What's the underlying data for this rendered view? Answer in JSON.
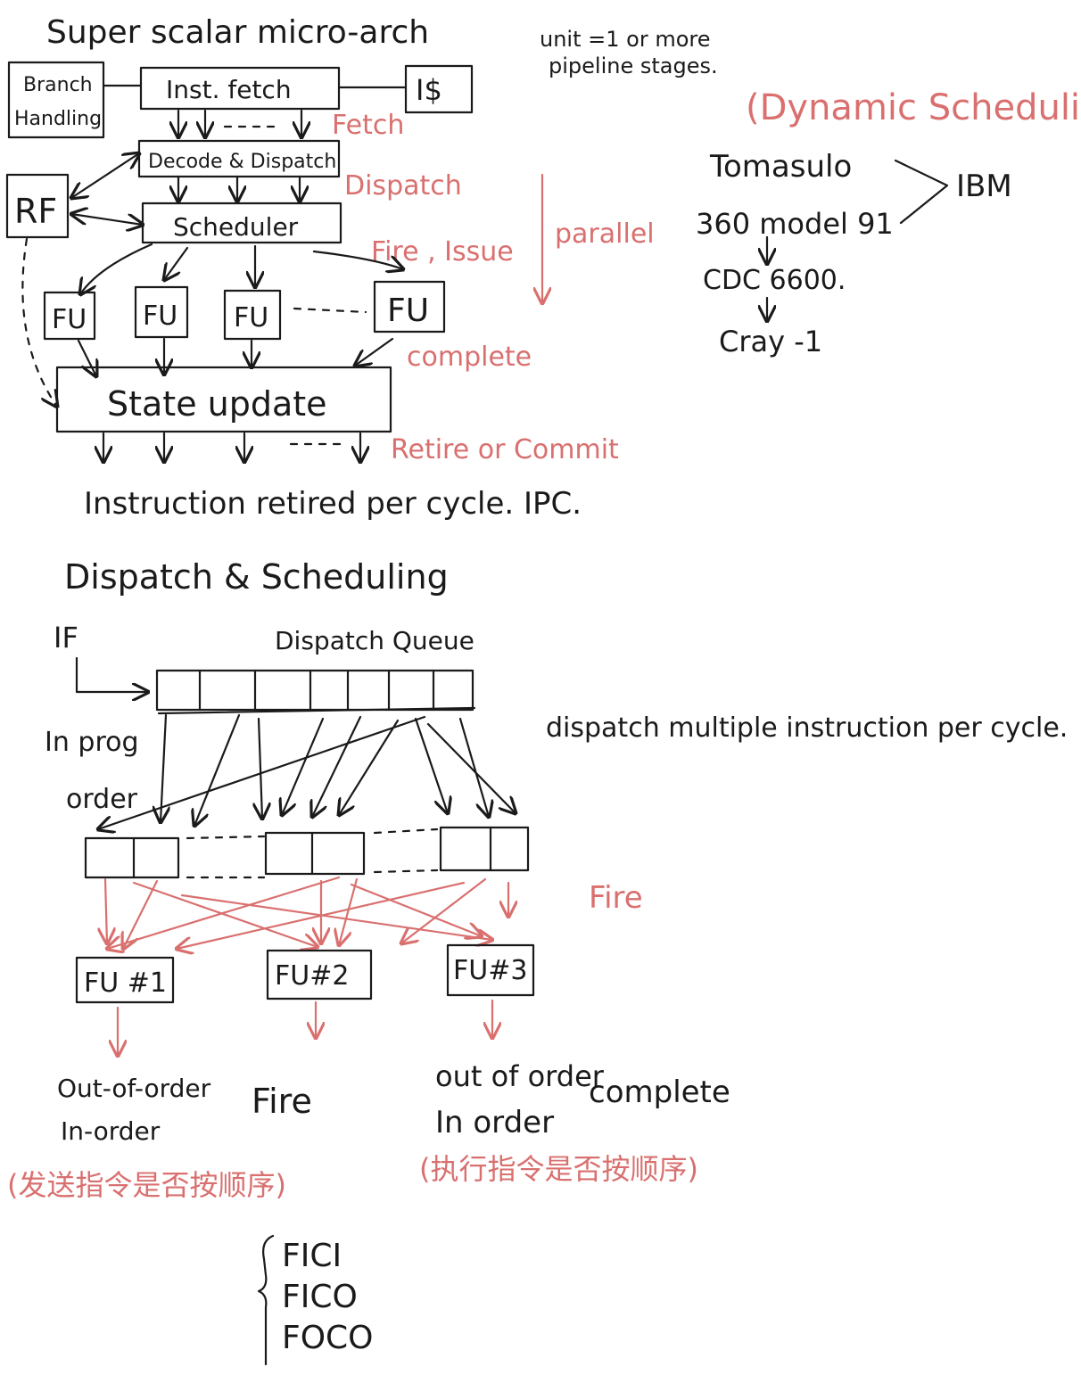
{
  "top": {
    "title": "Super scalar micro-arch",
    "unit_note_line1": "unit =1 or more",
    "unit_note_line2": "pipeline stages.",
    "boxes": {
      "branch_line1": "Branch",
      "branch_line2": "Handling",
      "fetch": "Inst. fetch",
      "icache": "I$",
      "decode": "Decode & Dispatch",
      "rf": "RF",
      "scheduler": "Scheduler",
      "fu": "FU",
      "state_update": "State update"
    },
    "stage_labels": {
      "fetch": "Fetch",
      "dispatch": "Dispatch",
      "fire": "Fire , Issue",
      "complete": "complete",
      "retire": "Retire or Commit",
      "parallel": "parallel"
    },
    "ipc_note": "Instruction retired per cycle. IPC."
  },
  "history": {
    "heading": "(Dynamic Scheduling)",
    "tomasulo": "Tomasulo",
    "ibm": "IBM",
    "model": "360 model 91",
    "cdc": "CDC 6600.",
    "cray": "Cray -1"
  },
  "bottom": {
    "title": "Dispatch & Scheduling",
    "if_label": "IF",
    "queue_label": "Dispatch Queue",
    "in_prog_line1": "In prog",
    "in_prog_line2": "order",
    "dispatch_note": "dispatch multiple instruction per cycle.",
    "fire_label": "Fire",
    "fu1": "FU #1",
    "fu2": "FU#2",
    "fu3": "FU#3",
    "left_line1": "Out-of-order",
    "left_line2": "In-order",
    "fire_word": "Fire",
    "right_line1": "out of order",
    "right_line2": "In order",
    "complete_word": "complete",
    "cn_left": "(发送指令是否按顺序)",
    "cn_right": "(执行指令是否按顺序)",
    "fici": "FICI",
    "fico": "FICO",
    "foco": "FOCO"
  },
  "colors": {
    "ink": "#1a1a1a",
    "red": "#d9706f"
  }
}
